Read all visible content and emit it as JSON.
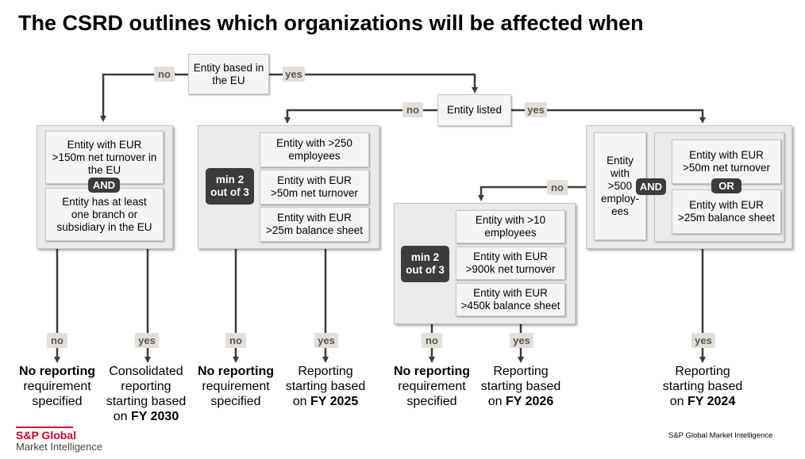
{
  "title": "The CSRD outlines which organizations will be affected when",
  "nodes": {
    "eu": "Entity based in\nthe EU",
    "listed": "Entity listed",
    "nonEu150": "Entity with EUR\n>150m net turnover in\nthe EU",
    "nonEuBranch": "Entity has at least\none branch or\nsubsidiary in the EU",
    "big250": "Entity with >250\nemployees",
    "big50": "Entity with EUR\n>50m net turnover",
    "big25": "Entity with EUR\n>25m balance sheet",
    "sm10": "Entity with >10\nemployees",
    "sm900": "Entity with EUR\n>900k net turnover",
    "sm450": "Entity with EUR\n>450k balance sheet",
    "l500": "Entity\nwith\n>500\nemploy-\nees",
    "l50": "Entity with EUR\n>50m net turnover",
    "l25": "Entity with EUR\n>25m balance sheet"
  },
  "connectors": {
    "and": "AND",
    "or": "OR",
    "min2": "min 2\nout of 3"
  },
  "labels": {
    "no": "no",
    "yes": "yes"
  },
  "outcomes": {
    "o1": {
      "pre": "",
      "bold": "No reporting",
      "post": "requirement\nspecified"
    },
    "o2": {
      "pre": "Consolidated\nreporting\nstarting based\non ",
      "bold": "FY 2030",
      "post": ""
    },
    "o3": {
      "pre": "",
      "bold": "No reporting",
      "post": "requirement\nspecified"
    },
    "o4": {
      "pre": "Reporting\nstarting based\non ",
      "bold": "FY 2025",
      "post": ""
    },
    "o5": {
      "pre": "",
      "bold": "No reporting",
      "post": "requirement\nspecified"
    },
    "o6": {
      "pre": "Reporting\nstarting based\non ",
      "bold": "FY 2026",
      "post": ""
    },
    "o7": {
      "pre": "Reporting\nstarting based\non ",
      "bold": "FY 2024",
      "post": ""
    }
  },
  "brand": {
    "line1": "S&P Global",
    "line2": "Market Intelligence",
    "footer": "S&P Global Market Intelligence",
    "accent": "#d6002a"
  }
}
